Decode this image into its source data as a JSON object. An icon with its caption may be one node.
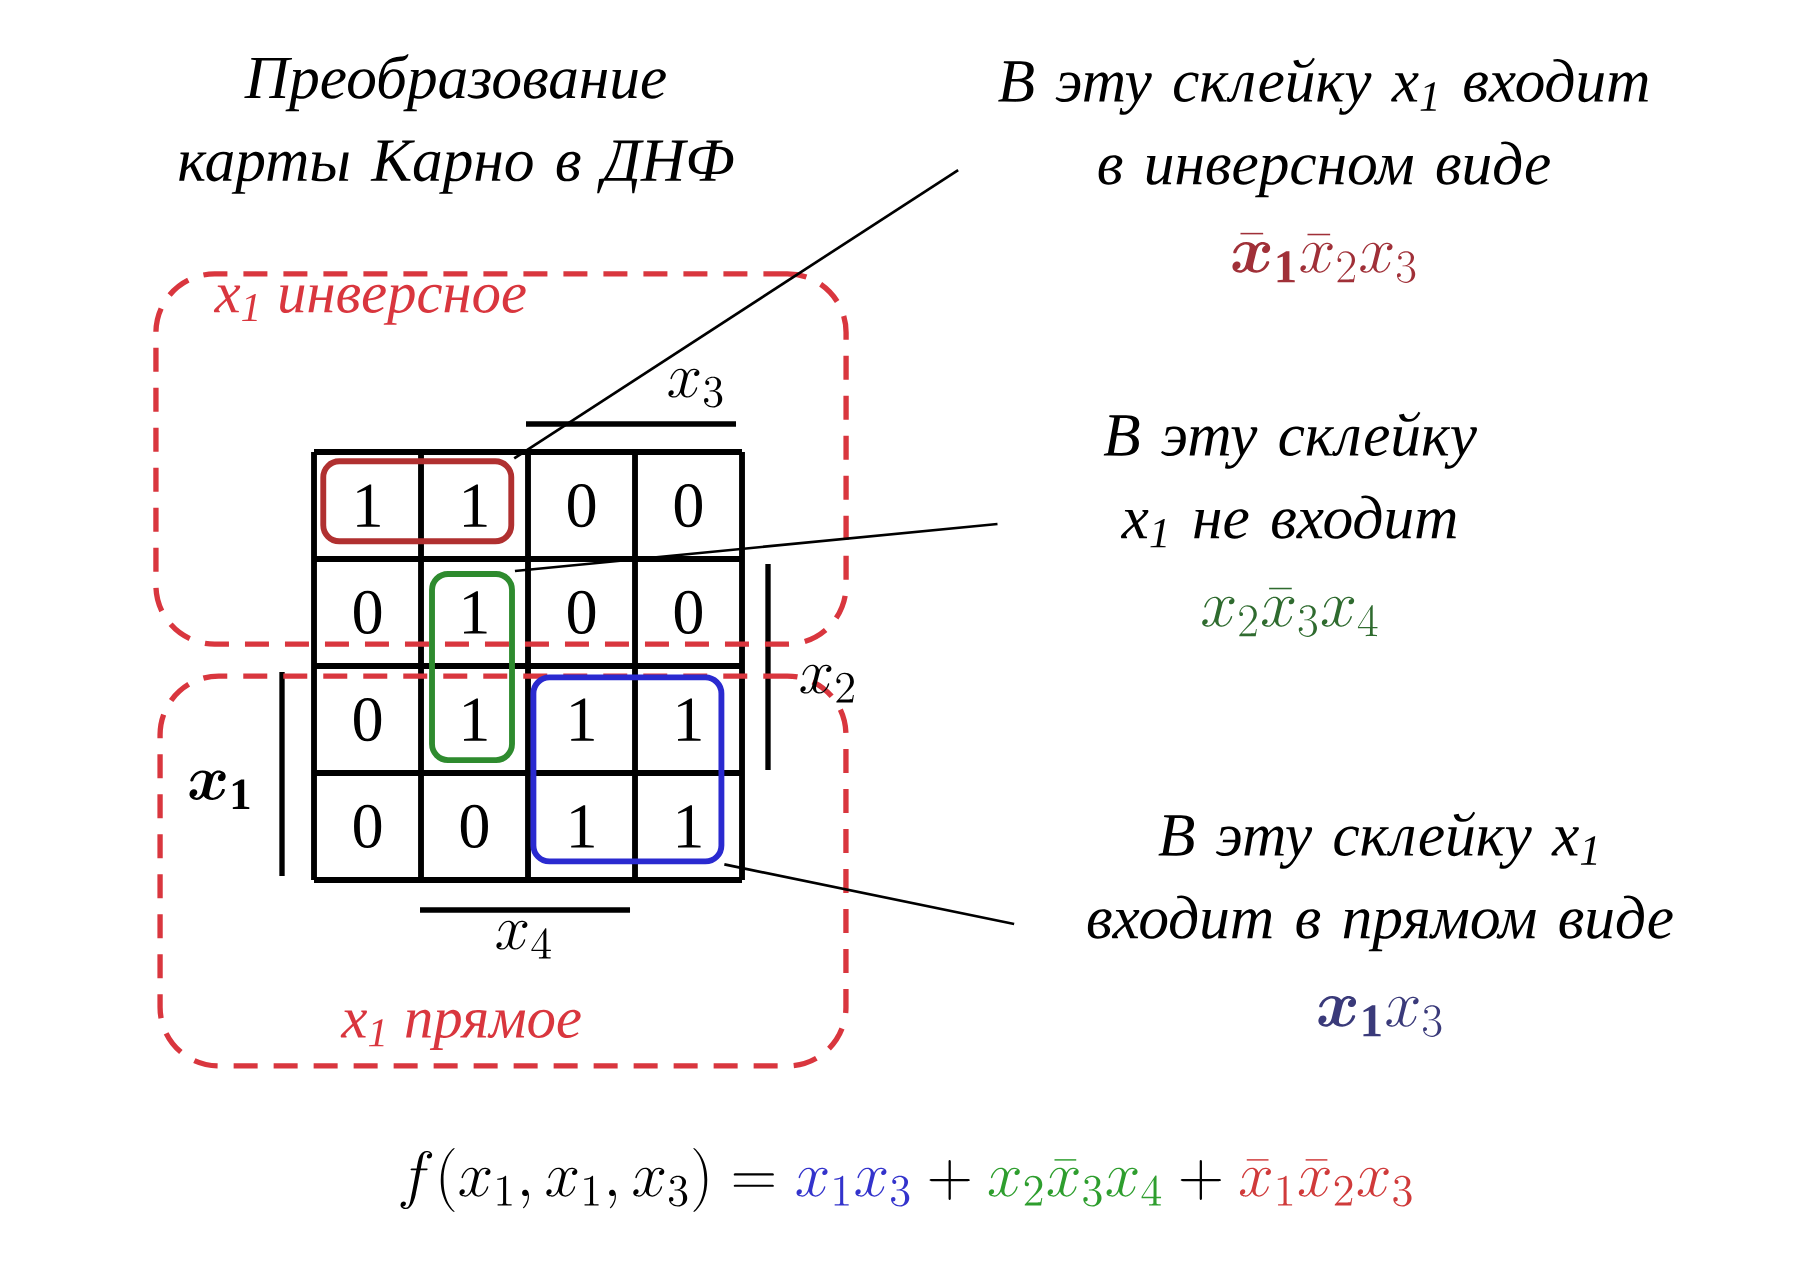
{
  "diagram": {
    "title": "Преобразование карты Карно в ДНФ",
    "nodes": [
      {
        "text": [
          "x$_{1}$ инверсное"
        ]
      },
      {
        "text": [
          "x$_{1}$ прямое"
        ]
      },
      {
        "text": [],
        "shape": "box",
        "in": 0
      },
      {
        "text": [],
        "shape": "box"
      },
      {
        "text": [],
        "shape": "box",
        "in": 1
      },
      {
        "text": [
          "В эту склейку x$_{1}$ входит в инверсном виде",
          "\\bar{\\boldsymbol{x}}_{\\mathbf{1}}\\bar{x}_2x_3"
        ]
      },
      {
        "text": [
          "В эту склейку x$_{1}$ не входит",
          "x_2\\bar{x}_3x_4"
        ]
      },
      {
        "text": [
          "В эту склейку x$_{1}$ входит в прямом виде",
          "\\boldsymbol{x}_{\\mathbf{1}}x_3"
        ]
      }
    ],
    "edges": [
      {
        "from": 5,
        "to": 2,
        "arrow": "none"
      },
      {
        "from": 6,
        "to": 3,
        "arrow": "none"
      },
      {
        "from": 7,
        "to": 4,
        "arrow": "none"
      }
    ],
    "labels": [
      "x_3",
      "1",
      "1",
      "0",
      "0",
      "0",
      "1",
      "0",
      "0",
      "x_2",
      "0",
      "1",
      "1",
      "1",
      "\\boldsymbol{x}_{\\mathbf{1}}",
      "0",
      "0",
      "1",
      "1",
      "x_4",
      "f(x_1,x_1,x_3) = \\textcolor[HTML]{3333CC}{x_1x_3} + \\textcolor[HTML]{2E9E2E}{x_2\\bar{x}_3x_4} + \\textcolor[HTML]{D03A3A}{\\bar{x}_1\\bar{x}_2x_3}"
    ]
  }
}
